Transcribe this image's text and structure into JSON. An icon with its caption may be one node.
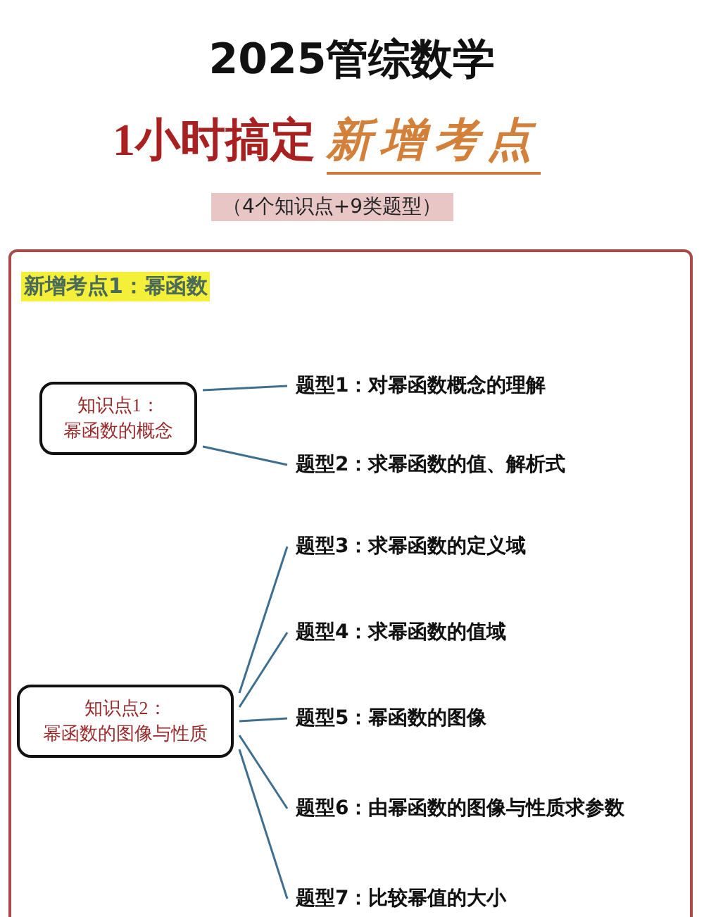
{
  "diagram": {
    "title": "2025管综数学",
    "nodes": [
      {
        "text": [
          "新增考点1：幂函数"
        ]
      },
      {
        "text": [
          "知识点1：",
          "幂函数的概念"
        ],
        "in": 0
      },
      {
        "text": [
          "题型1：对幂函数概念的理解"
        ],
        "in": 0
      },
      {
        "text": [
          "题型2：求幂函数的值、解析式"
        ],
        "in": 0
      },
      {
        "text": [
          "知识点2：",
          "幂函数的图像与性质"
        ],
        "in": 0
      },
      {
        "text": [
          "题型3：求幂函数的定义域"
        ],
        "in": 0
      },
      {
        "text": [
          "题型4：求幂函数的值域"
        ],
        "in": 0
      },
      {
        "text": [
          "题型5：幂函数的图像"
        ],
        "in": 0
      },
      {
        "text": [
          "题型6：由幂函数的图像与性质求参数"
        ],
        "in": 0
      },
      {
        "text": [
          "题型7：比较幂值的大小"
        ],
        "in": 0
      }
    ],
    "edges": [
      {
        "from": 1,
        "to": 2,
        "arrow": "none"
      },
      {
        "from": 1,
        "to": 3,
        "arrow": "none"
      },
      {
        "from": 4,
        "to": 5,
        "arrow": "none"
      },
      {
        "from": 4,
        "to": 6,
        "arrow": "none"
      },
      {
        "from": 4,
        "to": 7,
        "arrow": "none"
      },
      {
        "from": 4,
        "to": 8,
        "arrow": "none"
      },
      {
        "from": 4,
        "to": 9,
        "arrow": "none"
      }
    ],
    "labels": [
      "1小时搞定",
      "新增考点",
      "（4个知识点+9类题型）"
    ]
  }
}
